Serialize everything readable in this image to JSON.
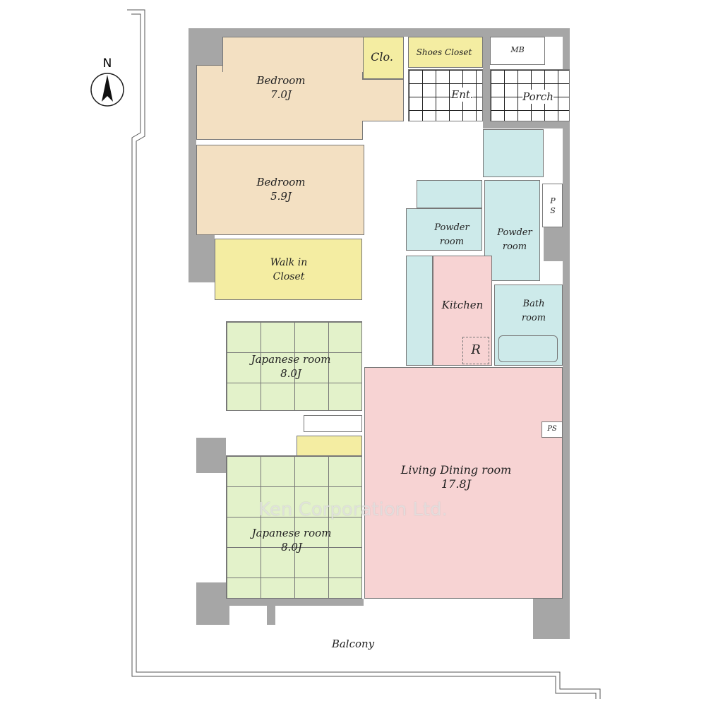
{
  "compass": {
    "label": "N"
  },
  "rooms": {
    "bedroom1": {
      "name": "Bedroom",
      "size": "7.0J"
    },
    "bedroom2": {
      "name": "Bedroom",
      "size": "5.9J"
    },
    "closet": {
      "name": "Clo."
    },
    "shoes_closet": {
      "name": "Shoes Closet"
    },
    "mb": {
      "name": "MB"
    },
    "entrance": {
      "name": "Ent."
    },
    "porch": {
      "name": "Porch"
    },
    "ps_top": {
      "name": "P S"
    },
    "powder1": {
      "name": "Powder room"
    },
    "powder2": {
      "name": "Powder room"
    },
    "kitchen": {
      "name": "Kitchen"
    },
    "refrigerator": {
      "name": "R"
    },
    "bath": {
      "name": "Bath room"
    },
    "walk_in_closet": {
      "name": "Walk in Closet"
    },
    "japanese1": {
      "name": "Japanese room",
      "size": "8.0J"
    },
    "japanese2": {
      "name": "Japanese room",
      "size": "8.0J"
    },
    "ldk": {
      "name": "Living Dining room",
      "size": "17.8J"
    },
    "ps_ldk": {
      "name": "PS"
    },
    "balcony": {
      "name": "Balcony"
    }
  },
  "watermark": "Ken Corporation Ltd.",
  "colors": {
    "bedroom": "#f3e0c2",
    "closet": "#f4eda2",
    "wet": "#cdeaea",
    "living": "#f7d3d3",
    "tatami": "#e3f2ca",
    "wall": "#a6a6a6"
  }
}
